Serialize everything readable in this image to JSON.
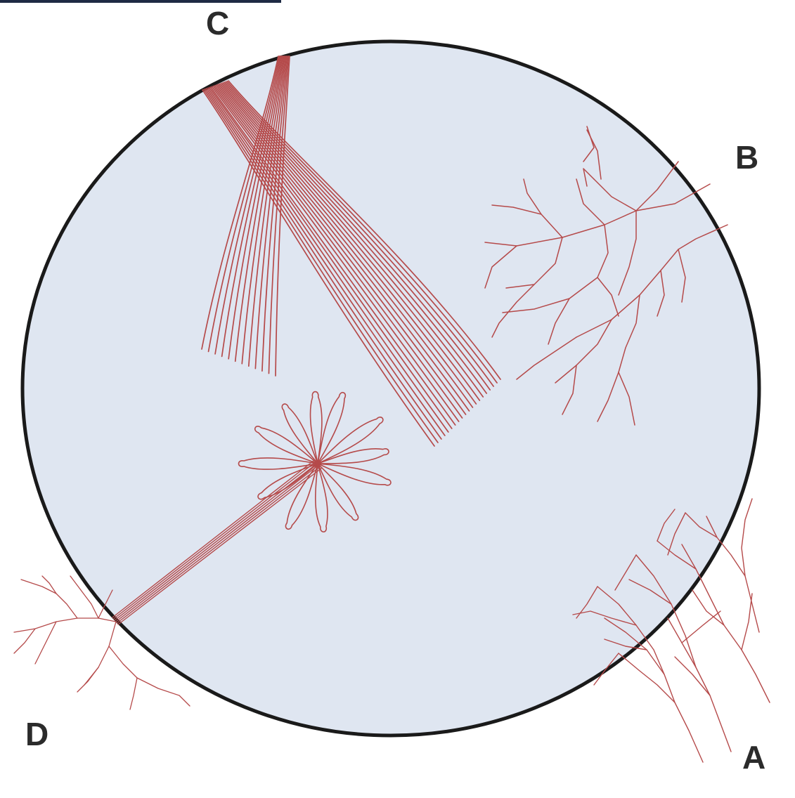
{
  "labels": {
    "a": "A",
    "b": "B",
    "c": "C",
    "d": "D"
  },
  "colors": {
    "background": "#ffffff",
    "field_fill": "#dfe6f1",
    "field_stroke": "#1a1a1a",
    "fiber": "#b54a4a",
    "top_bar": "#1e2a44"
  }
}
